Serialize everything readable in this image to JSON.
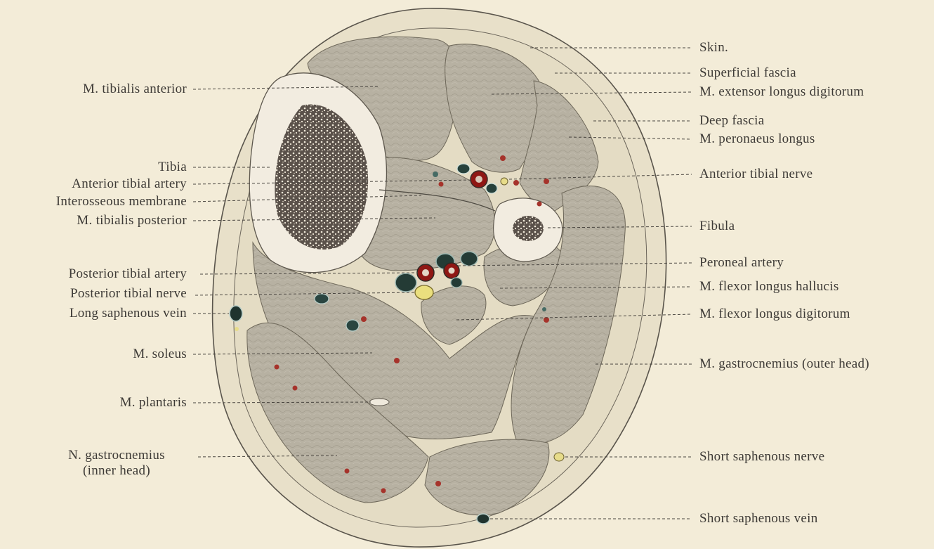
{
  "labels": {
    "left": [
      {
        "key": "tibialis_anterior",
        "text": "M. tibialis anterior"
      },
      {
        "key": "tibia",
        "text": "Tibia"
      },
      {
        "key": "anterior_tibial_artery",
        "text": "Anterior tibial artery"
      },
      {
        "key": "interosseous_membrane",
        "text": "Interosseous membrane"
      },
      {
        "key": "tibialis_posterior",
        "text": "M. tibialis posterior"
      },
      {
        "key": "posterior_tibial_artery",
        "text": "Posterior tibial artery"
      },
      {
        "key": "posterior_tibial_nerve",
        "text": "Posterior tibial nerve"
      },
      {
        "key": "long_saphenous_vein",
        "text": "Long saphenous vein"
      },
      {
        "key": "soleus",
        "text": "M. soleus"
      },
      {
        "key": "plantaris",
        "text": "M. plantaris"
      },
      {
        "key": "gastrocnemius_inner_1",
        "text": "N. gastrocnemius"
      },
      {
        "key": "gastrocnemius_inner_2",
        "text": "(inner head)"
      }
    ],
    "right": [
      {
        "key": "skin",
        "text": "Skin."
      },
      {
        "key": "superficial_fascia",
        "text": "Superficial fascia"
      },
      {
        "key": "extensor_longus_digitorum",
        "text": "M. extensor longus digitorum"
      },
      {
        "key": "deep_fascia",
        "text": "Deep fascia"
      },
      {
        "key": "peronaeus_longus",
        "text": "M. peronaeus longus"
      },
      {
        "key": "anterior_tibial_nerve",
        "text": "Anterior tibial nerve"
      },
      {
        "key": "fibula",
        "text": "Fibula"
      },
      {
        "key": "peroneal_artery",
        "text": "Peroneal artery"
      },
      {
        "key": "flexor_longus_hallucis",
        "text": "M. flexor longus hallucis"
      },
      {
        "key": "flexor_longus_digitorum",
        "text": "M. flexor longus digitorum"
      },
      {
        "key": "gastrocnemius_outer",
        "text": "M. gastrocnemius (outer head)"
      },
      {
        "key": "short_saphenous_nerve",
        "text": "Short saphenous nerve"
      },
      {
        "key": "short_saphenous_vein",
        "text": "Short saphenous vein"
      }
    ]
  },
  "colors": {
    "paper": "#f3ecd8",
    "skin": "#e9e1cb",
    "muscle": "#b9b3a4",
    "muscle_dark": "#a49e8f",
    "bone": "#f4efe2",
    "marrow": "#3a3430",
    "artery": "#9b1a1a",
    "vein": "#2f4a44",
    "nerve": "#e2d478"
  }
}
